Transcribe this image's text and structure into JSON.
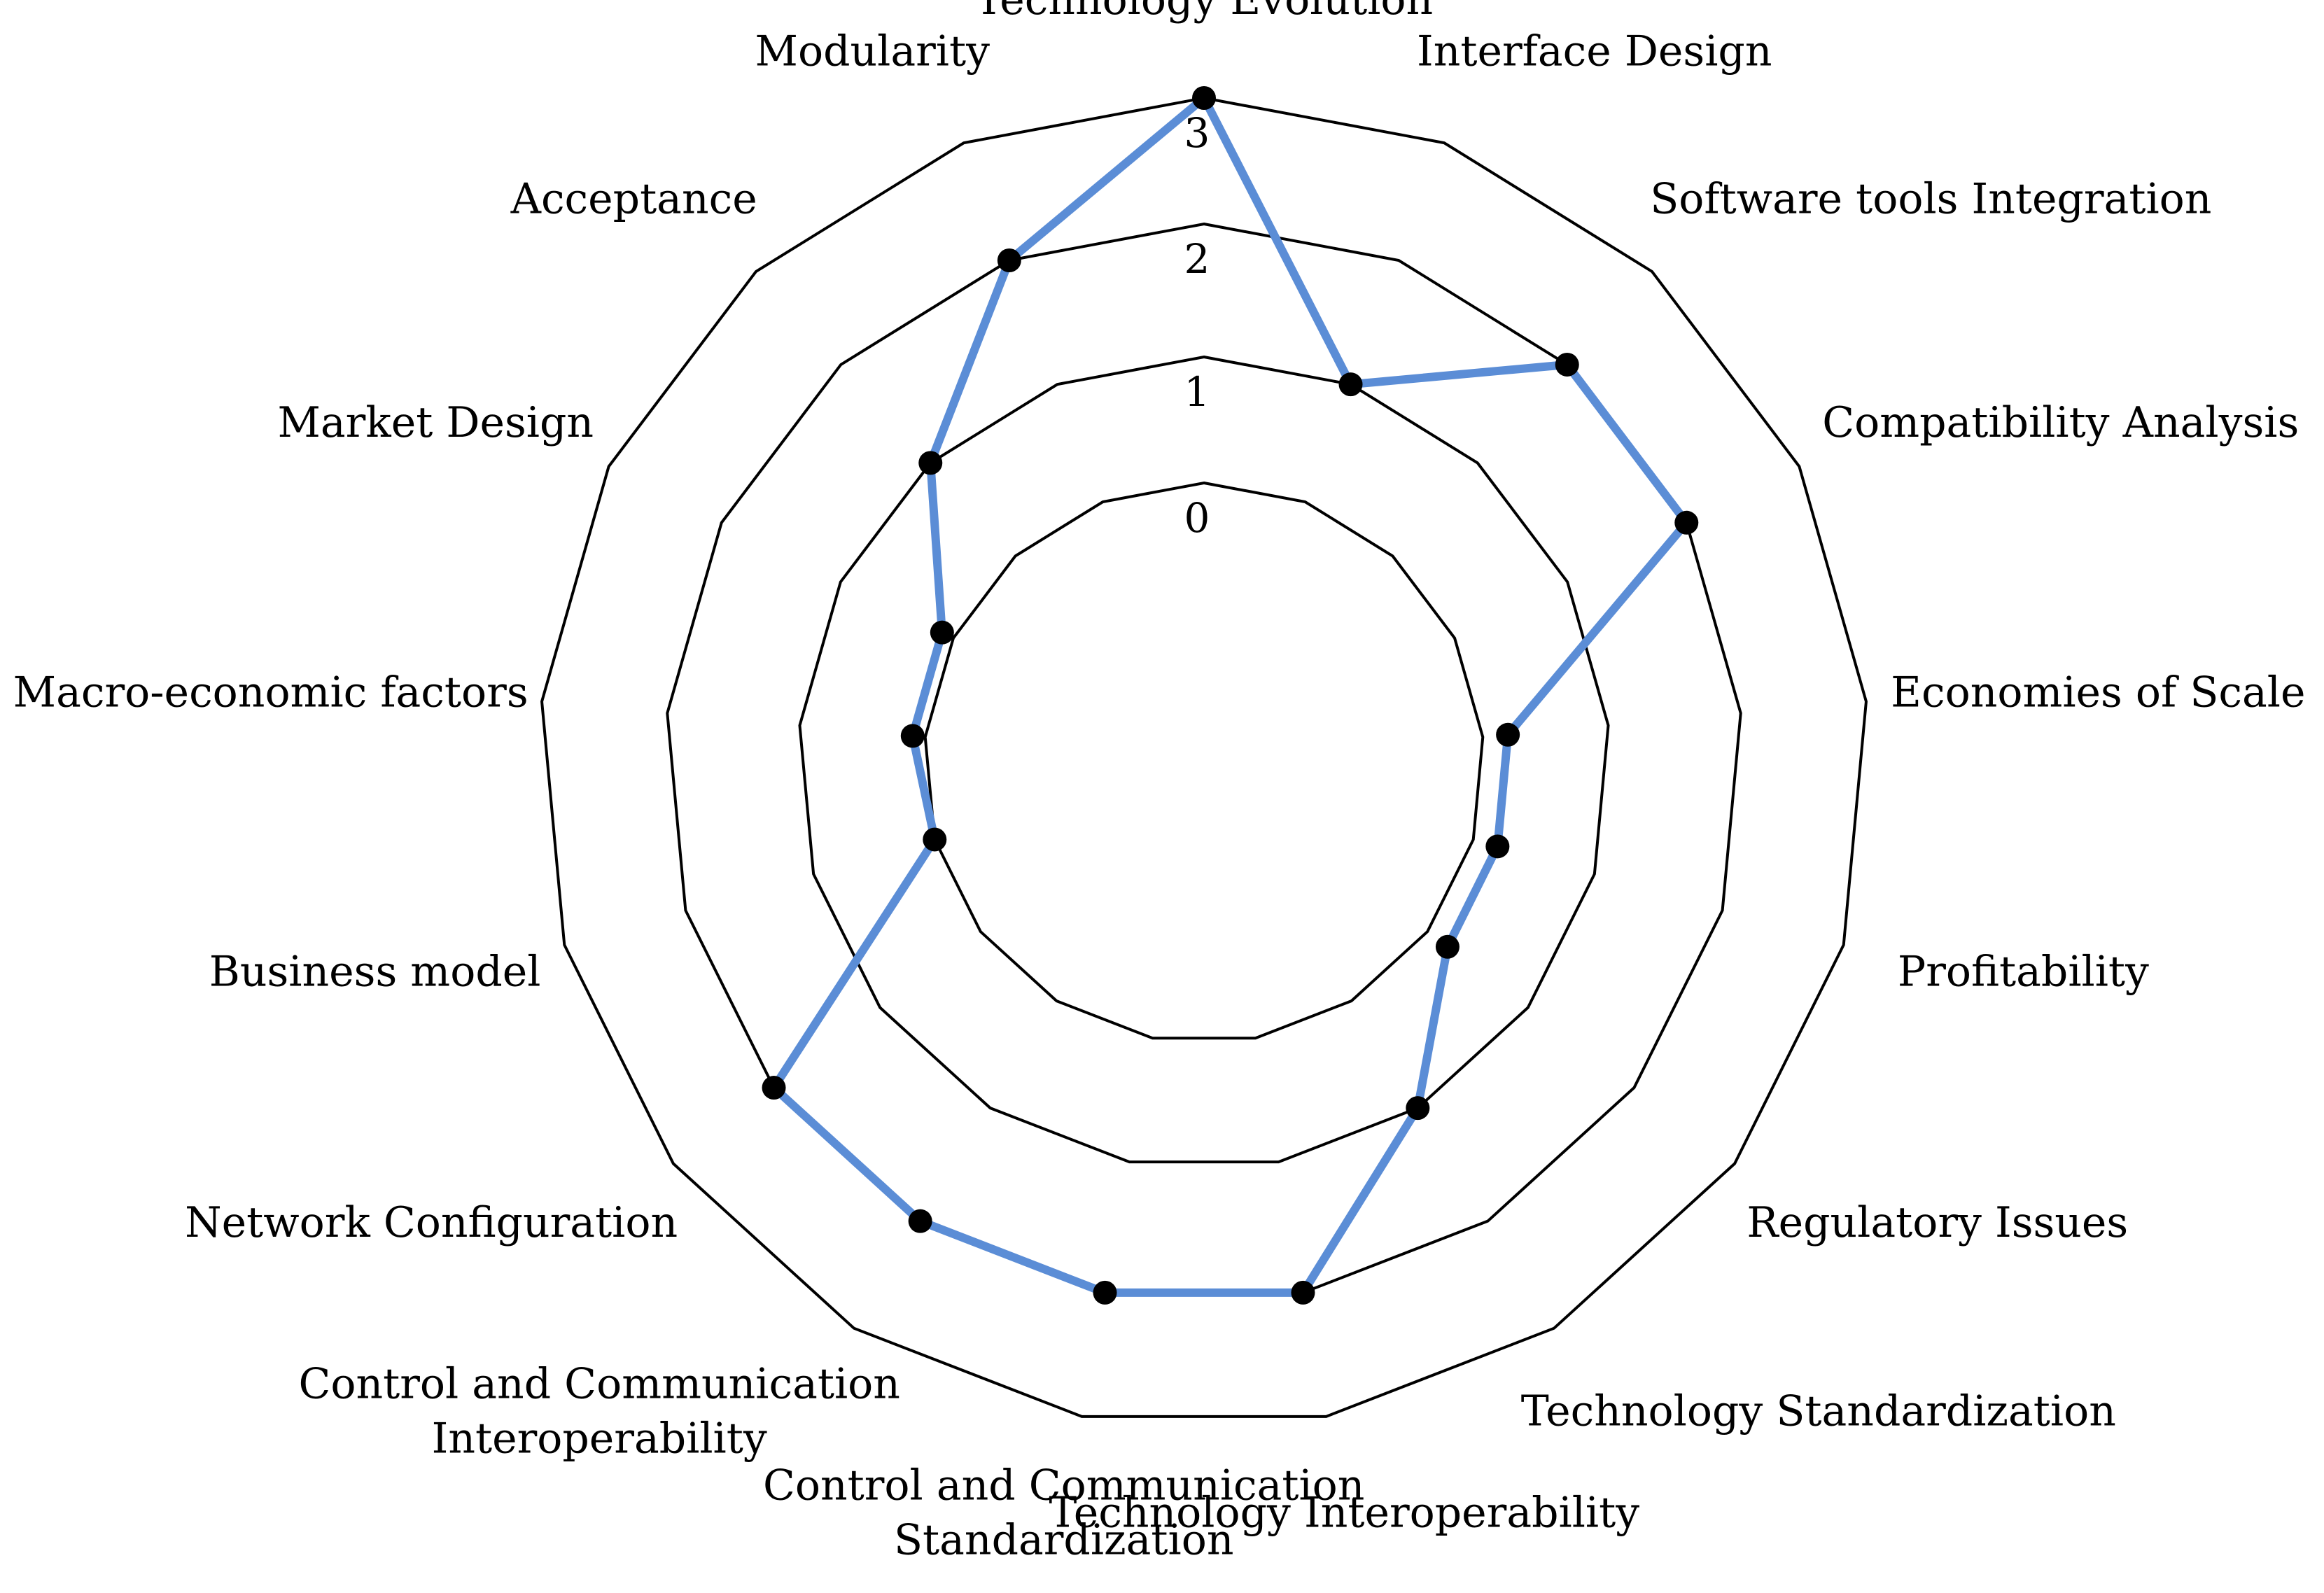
{
  "chart_data": {
    "type": "radar",
    "categories": [
      "Technology Evolution",
      "Interface Design",
      "Software tools Integration",
      "Compatibility Analysis",
      "Economies of Scale",
      "Profitability",
      "Regulatory Issues",
      "Technology Standardization",
      "Technology Interoperability",
      "Control and Communication Standardization",
      "Control and Communication Interoperability",
      "Network Configuration",
      "Business model",
      "Macro-economic factors",
      "Market Design",
      "Acceptance",
      "Modularity"
    ],
    "label_lines": [
      [
        "Technology Evolution"
      ],
      [
        "Interface Design"
      ],
      [
        "Software tools Integration"
      ],
      [
        "Compatibility Analysis"
      ],
      [
        "Economies of Scale"
      ],
      [
        "Profitability"
      ],
      [
        "Regulatory Issues"
      ],
      [
        "Technology Standardization"
      ],
      [
        "Technology Interoperability"
      ],
      [
        "Control and Communication",
        "Standardization"
      ],
      [
        "Control and Communication",
        "Interoperability"
      ],
      [
        "Network Configuration"
      ],
      [
        "Business model"
      ],
      [
        "Macro-economic factors"
      ],
      [
        "Market Design"
      ],
      [
        "Acceptance"
      ],
      [
        "Modularity"
      ]
    ],
    "series": [
      {
        "values": [
          3,
          1,
          2,
          2,
          0.2,
          0.2,
          0.2,
          1,
          2,
          2,
          2,
          2,
          0,
          0.1,
          0.1,
          1,
          2
        ]
      }
    ],
    "rlim": [
      0,
      3
    ],
    "ticks": [
      "0",
      "1",
      "2",
      "3"
    ],
    "grid": true,
    "legend": "none",
    "colors": {
      "series": "#5B8DD6",
      "marker": "#000000",
      "grid": "#000000"
    }
  }
}
